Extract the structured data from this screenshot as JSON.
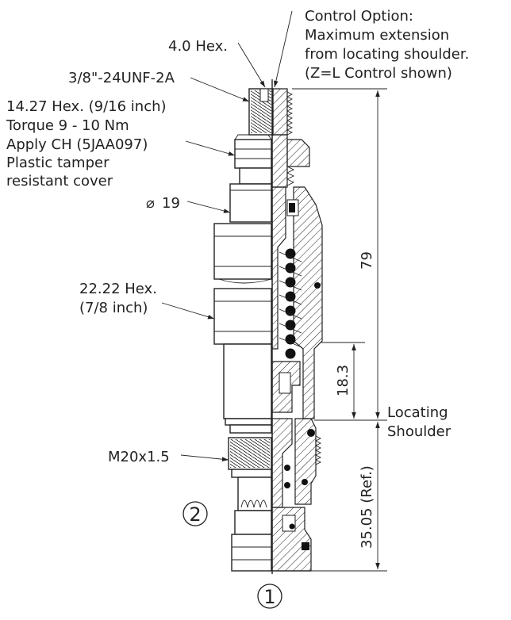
{
  "labels": {
    "hex_4": "4.0 Hex.",
    "thread_3_8": "3/8\"-24UNF-2A",
    "hex_14_line1": "14.27 Hex. (9/16 inch)",
    "hex_14_line2": "Torque 9 - 10 Nm",
    "hex_14_line3": "Apply CH (5JAA097)",
    "hex_14_line4": "Plastic tamper",
    "hex_14_line5": "resistant cover",
    "diameter_19": "19",
    "diameter_symbol": "⌀",
    "hex_22_line1": "22.22 Hex.",
    "hex_22_line2": "(7/8 inch)",
    "thread_m20": "M20x1.5",
    "control_line1": "Control Option:",
    "control_line2": "Maximum extension",
    "control_line3": "from locating shoulder.",
    "control_line4": "(Z=L Control shown)",
    "locating_line1": "Locating",
    "locating_line2": "Shoulder"
  },
  "dimensions": {
    "overall": "79",
    "shoulder": "18.3",
    "reference": "35.05 (Ref.)"
  },
  "ports": {
    "port_1": "1",
    "port_2": "2"
  }
}
